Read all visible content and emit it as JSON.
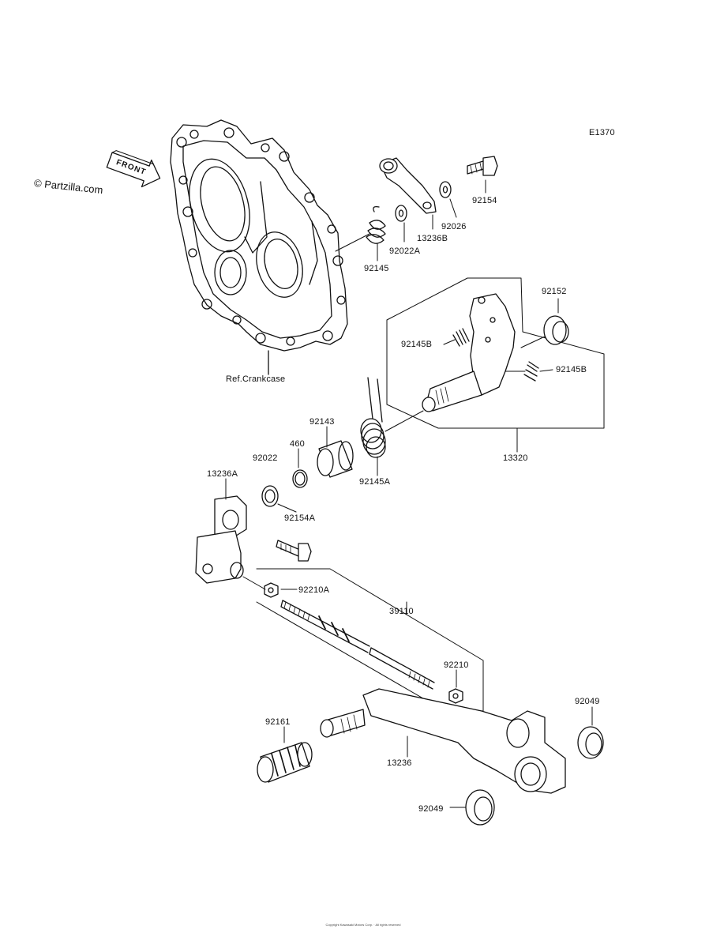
{
  "diagram_code": "E1370",
  "watermark": "© Partzilla.com",
  "front_arrow_label": "FRONT",
  "crankcase_ref": "Ref.Crankcase",
  "footer_text": "Copyright Kawasaki Motors Corp. · All rights reserved",
  "part_labels": {
    "p92154": "92154",
    "p92026": "92026",
    "p13236B": "13236B",
    "p92022A": "92022A",
    "p92145": "92145",
    "p92152": "92152",
    "p92145B_left": "92145B",
    "p92145B_right": "92145B",
    "p13320": "13320",
    "p92143": "92143",
    "p460": "460",
    "p92022": "92022",
    "p92145A": "92145A",
    "p13236A": "13236A",
    "p92154A": "92154A",
    "p92210A": "92210A",
    "p39110": "39110",
    "p92210": "92210",
    "p92049_top": "92049",
    "p92161": "92161",
    "p13236": "13236",
    "p92049_bottom": "92049"
  }
}
